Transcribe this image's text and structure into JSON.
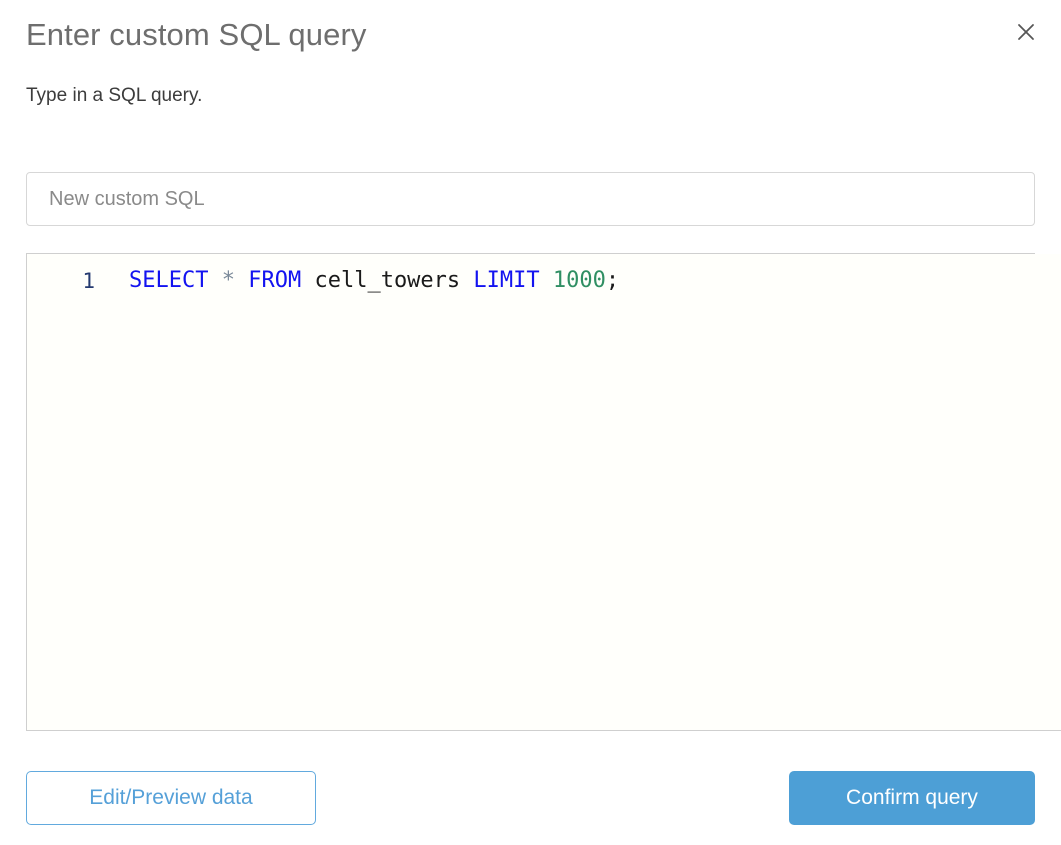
{
  "dialog": {
    "title": "Enter custom SQL query",
    "subtitle": "Type in a SQL query.",
    "close_icon": "close-icon"
  },
  "name_field": {
    "value": "",
    "placeholder": "New custom SQL"
  },
  "editor": {
    "line_number": "1",
    "query": "SELECT * FROM cell_towers LIMIT 1000;",
    "tokens": [
      {
        "text": "SELECT",
        "type": "keyword"
      },
      {
        "text": " ",
        "type": "plain"
      },
      {
        "text": "*",
        "type": "operator"
      },
      {
        "text": " ",
        "type": "plain"
      },
      {
        "text": "FROM",
        "type": "keyword"
      },
      {
        "text": " ",
        "type": "plain"
      },
      {
        "text": "cell_towers",
        "type": "identifier"
      },
      {
        "text": " ",
        "type": "plain"
      },
      {
        "text": "LIMIT",
        "type": "keyword"
      },
      {
        "text": " ",
        "type": "plain"
      },
      {
        "text": "1000",
        "type": "number"
      },
      {
        "text": ";",
        "type": "punctuation"
      }
    ]
  },
  "footer": {
    "edit_preview_label": "Edit/Preview data",
    "confirm_label": "Confirm query"
  },
  "colors": {
    "accent_blue": "#4d9fd6",
    "secondary_border": "#62aade",
    "keyword": "#1313f0",
    "number": "#308f63",
    "operator": "#7b8a99",
    "identifier": "#1a1a1a",
    "gutter": "#253a70",
    "title_gray": "#6e6e6e",
    "subtitle_gray": "#3c3c3c",
    "editor_bg": "#fffffb"
  }
}
